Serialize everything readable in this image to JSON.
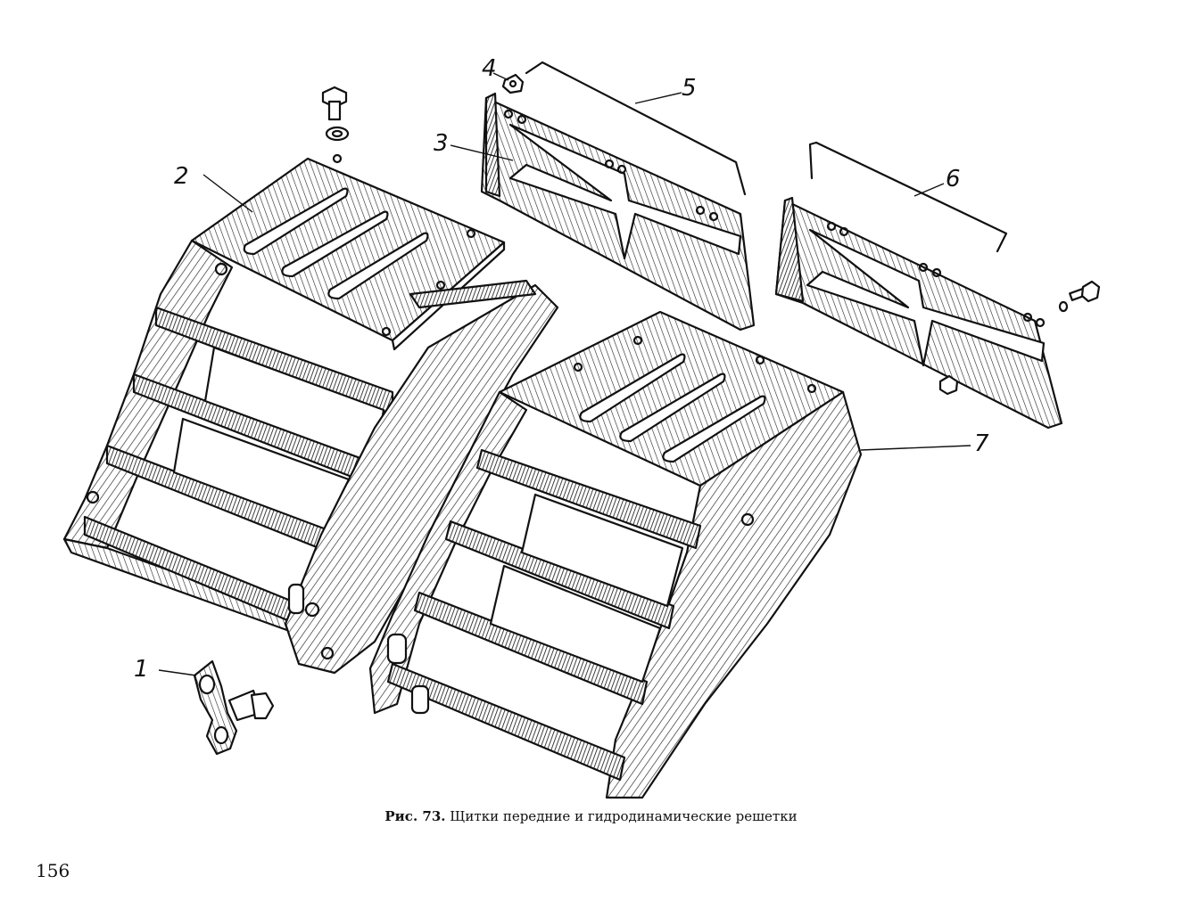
{
  "figure": {
    "caption_prefix": "Рис. 73.",
    "caption_text": "Щитки передние и гидродинамические решетки",
    "page_number": "156"
  },
  "callouts": [
    {
      "id": "1",
      "label": "1"
    },
    {
      "id": "2",
      "label": "2"
    },
    {
      "id": "3",
      "label": "3"
    },
    {
      "id": "4",
      "label": "4"
    },
    {
      "id": "5",
      "label": "5"
    },
    {
      "id": "6",
      "label": "6"
    },
    {
      "id": "7",
      "label": "7"
    }
  ]
}
